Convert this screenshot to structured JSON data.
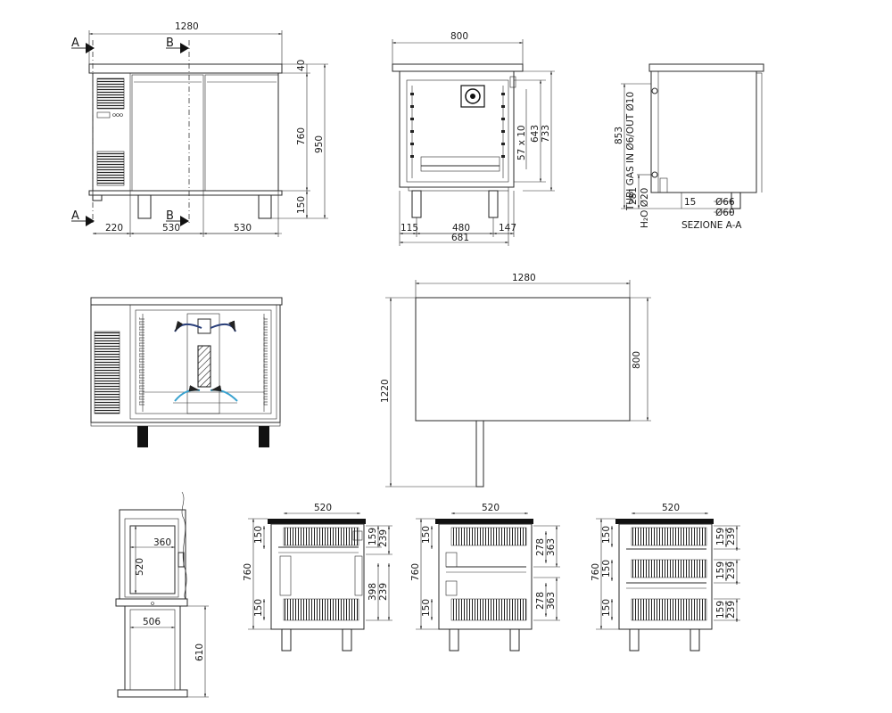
{
  "front_view": {
    "width": "1280",
    "top_thickness": "40",
    "body_height": "760",
    "total_height": "950",
    "leg_height": "150",
    "seg_left": "220",
    "seg_mid": "530",
    "seg_right": "530",
    "section_a": "A",
    "section_b": "B"
  },
  "side_view": {
    "width": "800",
    "inner_height": "643",
    "outer_height": "733",
    "slots": "57 x 10",
    "left_offset": "115",
    "center": "480",
    "right_offset": "147",
    "base_width": "681"
  },
  "section_view": {
    "height": "853",
    "gas_label": "TUBI GAS IN Ø6/OUT Ø10",
    "drain_height": "281",
    "drain_label": "H₂O Ø20",
    "gap": "15",
    "d66": "Ø66",
    "d60": "Ø60",
    "title": "SEZIONE A-A"
  },
  "top_view": {
    "width": "1280",
    "depth": "800",
    "total_depth": "1220"
  },
  "drawer_unit": {
    "inner_width": "360",
    "inner_height": "520",
    "base_width": "506",
    "base_height": "610"
  },
  "cabinet_1": {
    "width": "520",
    "height": "760",
    "top_gap": "150",
    "bottom_gap": "150",
    "d1": "159",
    "d2": "239",
    "d3": "398",
    "d4": "239"
  },
  "cabinet_2": {
    "width": "520",
    "height": "760",
    "top_gap": "150",
    "bottom_gap": "150",
    "d1": "278",
    "d2": "363",
    "d3": "278",
    "d4": "363"
  },
  "cabinet_3": {
    "width": "520",
    "height": "760",
    "gap1": "150",
    "gap2": "150",
    "gap3": "150",
    "d1": "159",
    "d2": "239",
    "d3": "159",
    "d4": "239",
    "d5": "159",
    "d6": "239"
  }
}
